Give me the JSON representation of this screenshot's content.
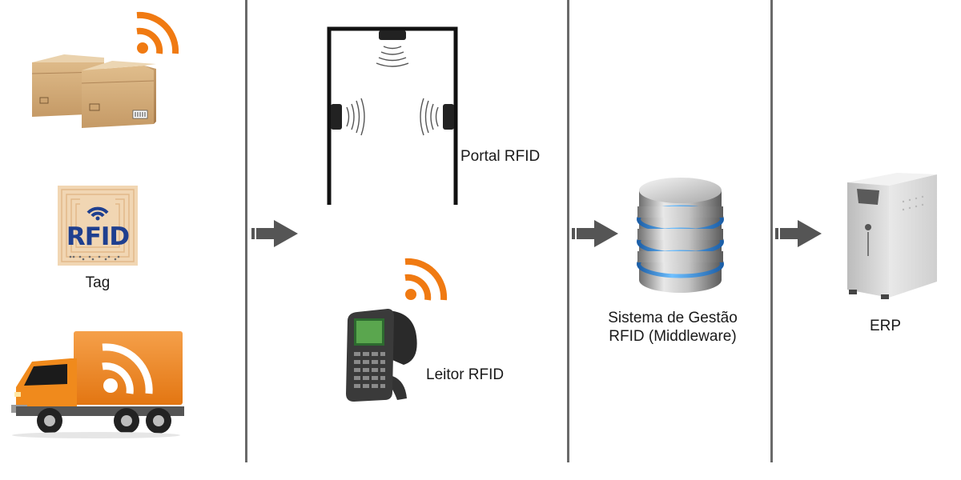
{
  "labels": {
    "tag": "Tag",
    "portal": "Portal RFID",
    "reader": "Leitor RFID",
    "middleware_line1": "Sistema de Gestão",
    "middleware_line2": "RFID (Middleware)",
    "erp": "ERP",
    "tag_logo_text": "RFID"
  },
  "colors": {
    "divider": "#6a6a6a",
    "arrow": "#555555",
    "signal": "#f07a12",
    "truck": "#f08a1c",
    "box": "#cfa877",
    "db_band": "#2f8be0",
    "tag_logo": "#1f3f8f"
  },
  "icons": [
    "boxes-icon",
    "rfid-signal-icon",
    "rfid-tag-icon",
    "truck-icon",
    "portal-icon",
    "handheld-reader-icon",
    "database-icon",
    "server-icon",
    "arrow-icon"
  ]
}
